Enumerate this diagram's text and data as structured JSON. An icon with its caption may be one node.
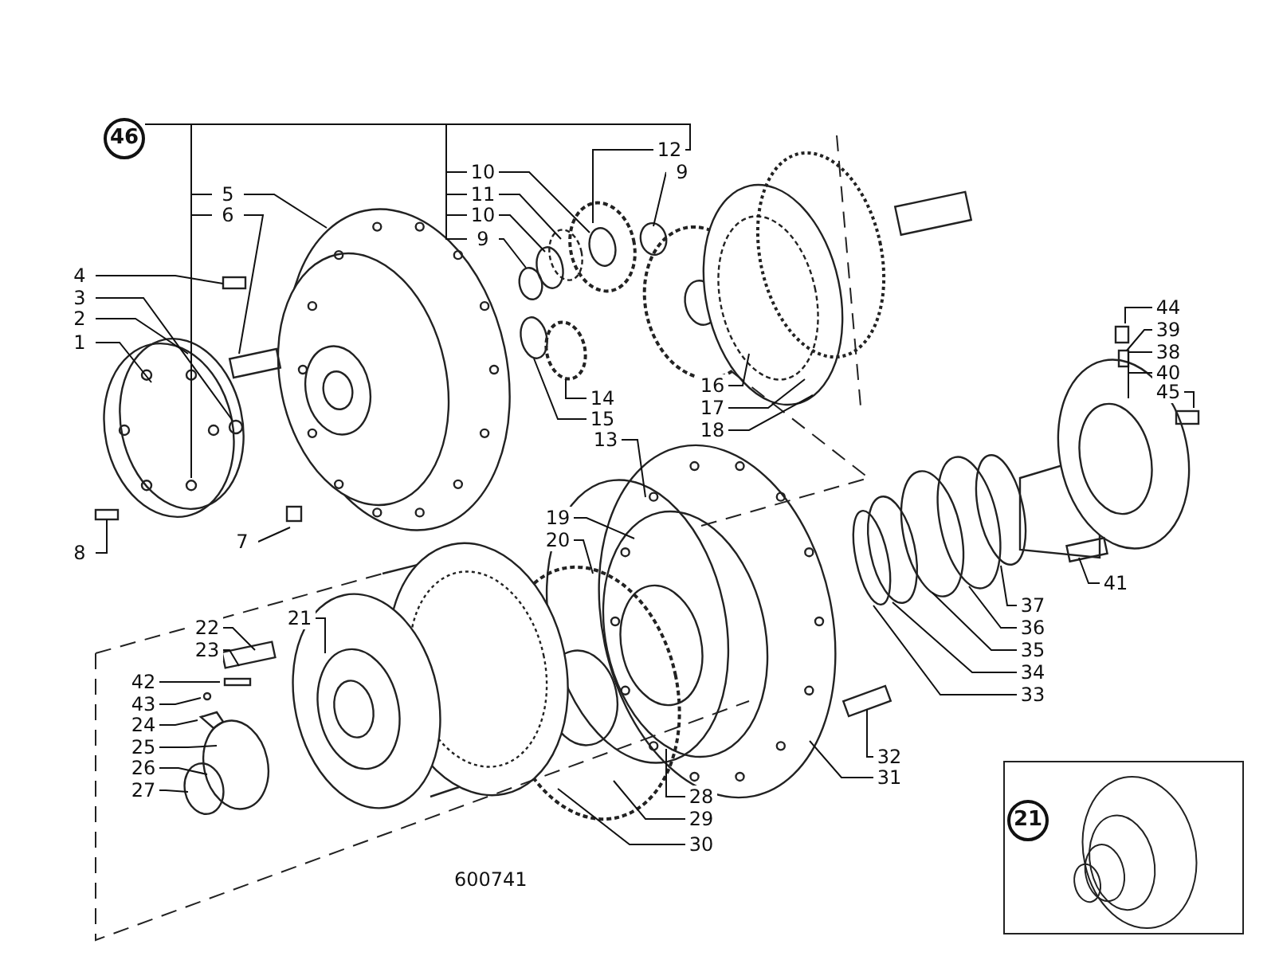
{
  "diagram": {
    "nodes": [
      {
        "text": [
          "46"
        ]
      },
      {
        "text": [
          "12"
        ]
      },
      {
        "text": [
          "10"
        ]
      },
      {
        "text": [
          "9"
        ]
      },
      {
        "text": [
          "11"
        ]
      },
      {
        "text": [
          "5"
        ]
      },
      {
        "text": [
          "10"
        ]
      },
      {
        "text": [
          "6"
        ]
      },
      {
        "text": [
          "9"
        ]
      },
      {
        "text": [
          "4"
        ]
      },
      {
        "text": [
          "3"
        ]
      },
      {
        "text": [
          "2"
        ]
      },
      {
        "text": [
          "1"
        ]
      },
      {
        "text": [
          "14"
        ]
      },
      {
        "text": [
          "16"
        ]
      },
      {
        "text": [
          "15"
        ]
      },
      {
        "text": [
          "17"
        ]
      },
      {
        "text": [
          "18"
        ]
      },
      {
        "text": [
          "13"
        ]
      },
      {
        "text": [
          "44"
        ]
      },
      {
        "text": [
          "39"
        ]
      },
      {
        "text": [
          "38"
        ]
      },
      {
        "text": [
          "40"
        ]
      },
      {
        "text": [
          "45"
        ]
      },
      {
        "text": [
          "7"
        ]
      },
      {
        "text": [
          "8"
        ]
      },
      {
        "text": [
          "19"
        ]
      },
      {
        "text": [
          "20"
        ]
      },
      {
        "text": [
          "41"
        ]
      },
      {
        "text": [
          "37"
        ]
      },
      {
        "text": [
          "36"
        ]
      },
      {
        "text": [
          "35"
        ]
      },
      {
        "text": [
          "34"
        ]
      },
      {
        "text": [
          "33"
        ]
      },
      {
        "text": [
          "21"
        ]
      },
      {
        "text": [
          "22"
        ]
      },
      {
        "text": [
          "23"
        ]
      },
      {
        "text": [
          "42"
        ]
      },
      {
        "text": [
          "43"
        ]
      },
      {
        "text": [
          "24"
        ]
      },
      {
        "text": [
          "25"
        ]
      },
      {
        "text": [
          "26"
        ]
      },
      {
        "text": [
          "27"
        ]
      },
      {
        "text": [
          "32"
        ]
      },
      {
        "text": [
          "31"
        ]
      },
      {
        "text": [
          "28"
        ]
      },
      {
        "text": [
          "29"
        ]
      },
      {
        "text": [
          "30"
        ]
      },
      {
        "text": [
          "21"
        ]
      }
    ],
    "edges": [
      {
        "from": 1,
        "to": null,
        "arrow": "none"
      },
      {
        "from": 2,
        "to": null,
        "arrow": "none"
      },
      {
        "from": 3,
        "to": null,
        "arrow": "none"
      },
      {
        "from": 4,
        "to": null,
        "arrow": "none"
      },
      {
        "from": 5,
        "to": null,
        "arrow": "none"
      },
      {
        "from": 6,
        "to": null,
        "arrow": "none"
      },
      {
        "from": 7,
        "to": null,
        "arrow": "none"
      },
      {
        "from": 8,
        "to": null,
        "arrow": "none"
      },
      {
        "from": 9,
        "to": null,
        "arrow": "none"
      },
      {
        "from": 10,
        "to": null,
        "arrow": "none"
      },
      {
        "from": 11,
        "to": null,
        "arrow": "none"
      },
      {
        "from": 12,
        "to": null,
        "arrow": "none"
      },
      {
        "from": 13,
        "to": null,
        "arrow": "none"
      },
      {
        "from": 14,
        "to": null,
        "arrow": "none"
      },
      {
        "from": 15,
        "to": null,
        "arrow": "none"
      },
      {
        "from": 16,
        "to": null,
        "arrow": "none"
      },
      {
        "from": 17,
        "to": null,
        "arrow": "none"
      },
      {
        "from": 18,
        "to": null,
        "arrow": "none"
      },
      {
        "from": 19,
        "to": null,
        "arrow": "none"
      },
      {
        "from": 20,
        "to": null,
        "arrow": "none"
      },
      {
        "from": 21,
        "to": null,
        "arrow": "none"
      },
      {
        "from": 22,
        "to": null,
        "arrow": "none"
      },
      {
        "from": 23,
        "to": null,
        "arrow": "none"
      },
      {
        "from": 24,
        "to": null,
        "arrow": "none"
      },
      {
        "from": 25,
        "to": null,
        "arrow": "none"
      },
      {
        "from": 26,
        "to": null,
        "arrow": "none"
      },
      {
        "from": 27,
        "to": null,
        "arrow": "none"
      },
      {
        "from": 28,
        "to": null,
        "arrow": "none"
      },
      {
        "from": 29,
        "to": null,
        "arrow": "none"
      },
      {
        "from": 30,
        "to": null,
        "arrow": "none"
      },
      {
        "from": 31,
        "to": null,
        "arrow": "none"
      },
      {
        "from": 32,
        "to": null,
        "arrow": "none"
      },
      {
        "from": 33,
        "to": null,
        "arrow": "none"
      },
      {
        "from": 34,
        "to": null,
        "arrow": "none"
      },
      {
        "from": 35,
        "to": null,
        "arrow": "none"
      },
      {
        "from": 36,
        "to": null,
        "arrow": "none"
      },
      {
        "from": 37,
        "to": null,
        "arrow": "none"
      },
      {
        "from": 38,
        "to": null,
        "arrow": "none"
      },
      {
        "from": 39,
        "to": null,
        "arrow": "none"
      },
      {
        "from": 40,
        "to": null,
        "arrow": "none"
      },
      {
        "from": 41,
        "to": null,
        "arrow": "none"
      },
      {
        "from": 42,
        "to": null,
        "arrow": "none"
      },
      {
        "from": 43,
        "to": null,
        "arrow": "none"
      },
      {
        "from": 44,
        "to": null,
        "arrow": "none"
      },
      {
        "from": 45,
        "to": null,
        "arrow": "none"
      },
      {
        "from": 46,
        "to": null,
        "arrow": "none"
      },
      {
        "from": 47,
        "to": null,
        "arrow": "none"
      }
    ],
    "labels": [
      "600741"
    ]
  }
}
